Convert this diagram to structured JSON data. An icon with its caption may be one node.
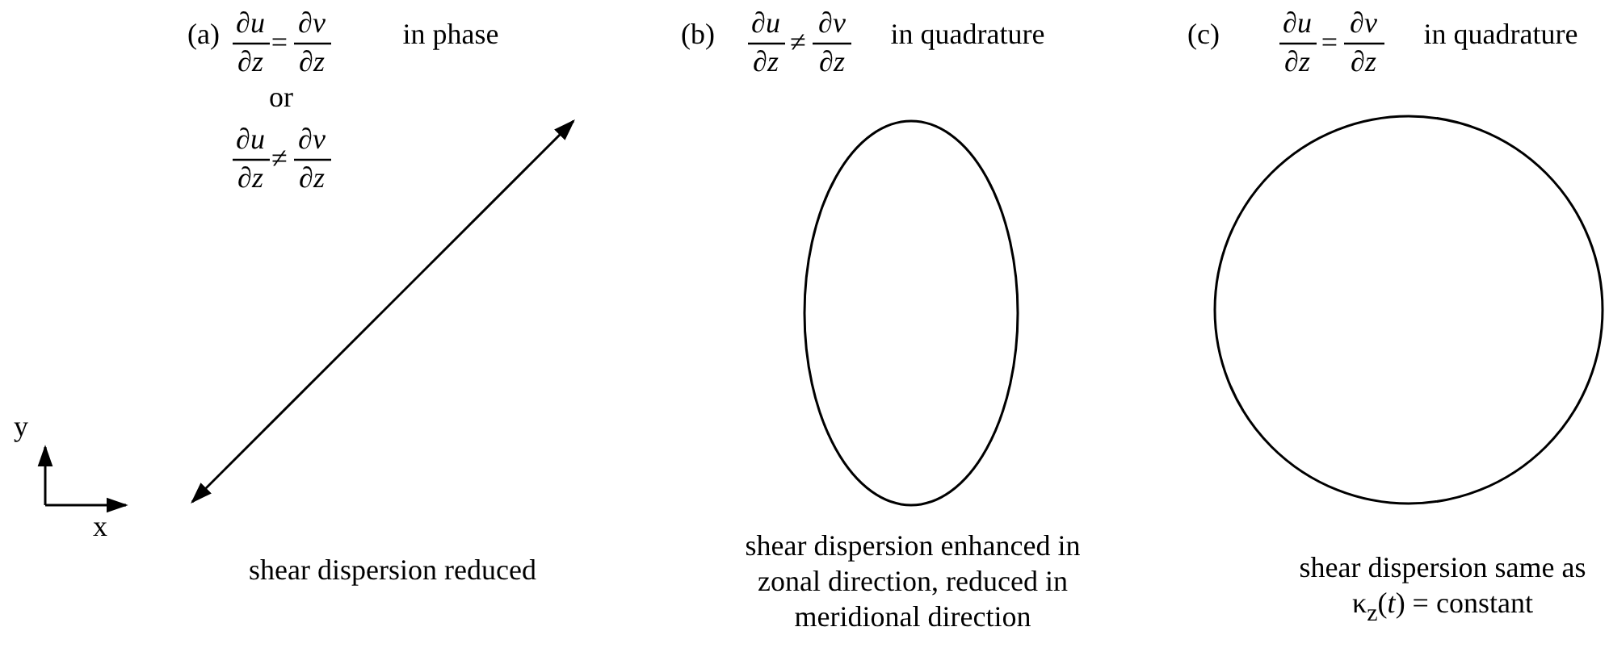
{
  "diagram": {
    "nodes": [
      {
        "text": [],
        "shape": "ellipse"
      },
      {
        "text": [],
        "shape": "circle"
      }
    ],
    "labels": [
      "(a)",
      "∂*u*",
      "∂*z*",
      "=",
      "∂*v*",
      "∂*z*",
      "in phase",
      "or",
      "∂*u*",
      "∂*z*",
      "≠",
      "∂*v*",
      "∂*z*",
      "(b)",
      "∂*u*",
      "∂*z*",
      "≠",
      "∂*v*",
      "∂*z*",
      "in quadrature",
      "(c)",
      "∂*u*",
      "∂*z*",
      "=",
      "∂*v*",
      "∂*z*",
      "in quadrature",
      "y",
      "x",
      "shear dispersion reduced",
      "shear dispersion enhanced in zonal direction, reduced in meridional direction",
      "shear dispersion same as κ$_{z}$(*t*) = constant"
    ]
  }
}
